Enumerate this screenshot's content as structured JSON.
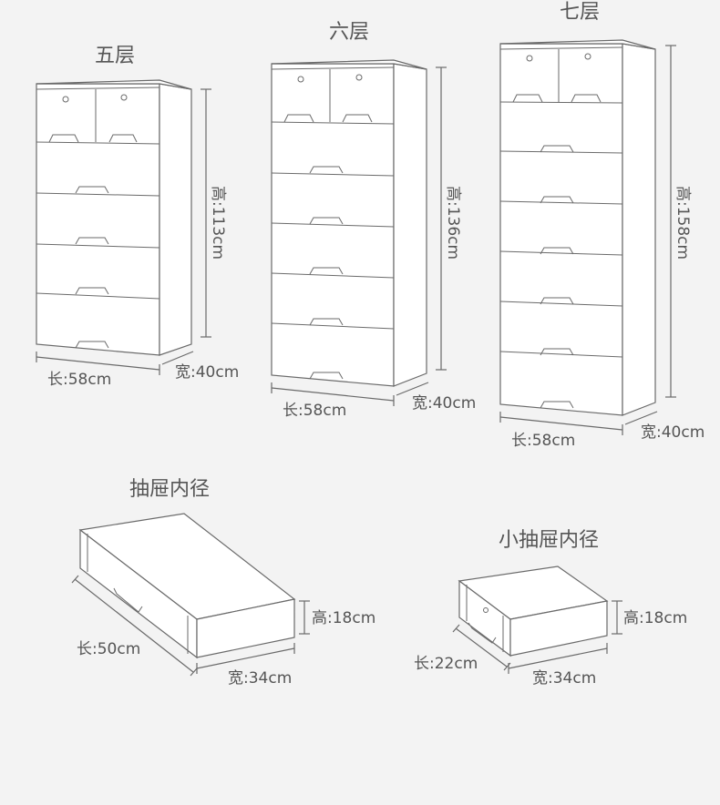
{
  "cabinets": [
    {
      "title": "五层",
      "height": "高:113cm",
      "length": "长:58cm",
      "width": "宽:40cm"
    },
    {
      "title": "六层",
      "height": "高:136cm",
      "length": "长:58cm",
      "width": "宽:40cm"
    },
    {
      "title": "七层",
      "height": "高:158cm",
      "length": "长:58cm",
      "width": "宽:40cm"
    }
  ],
  "drawers": [
    {
      "title": "抽屉内径",
      "height": "高:18cm",
      "length": "长:50cm",
      "width": "宽:34cm"
    },
    {
      "title": "小抽屉内径",
      "height": "高:18cm",
      "length": "长:22cm",
      "width": "宽:34cm"
    }
  ]
}
